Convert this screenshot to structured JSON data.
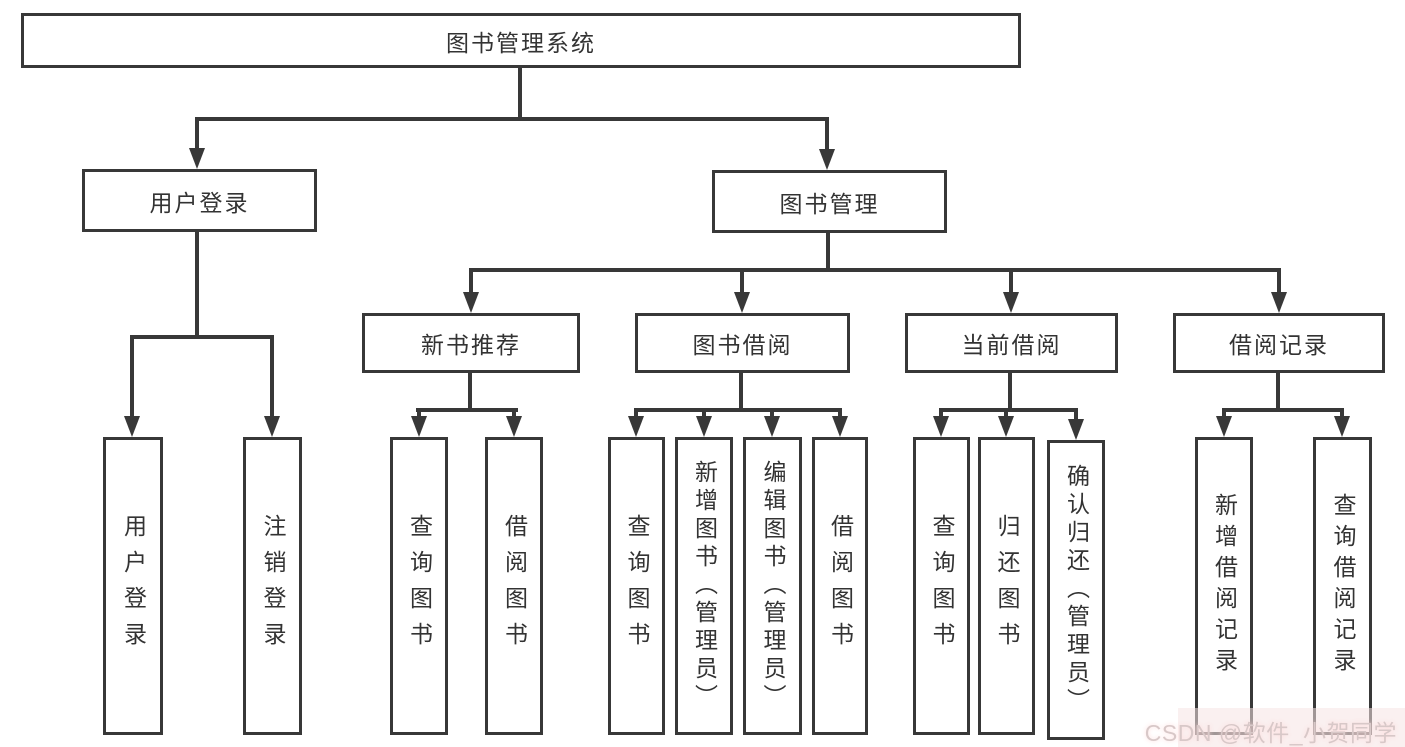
{
  "nodes": {
    "root": {
      "label": "图书管理系统"
    },
    "user_login": {
      "label": "用户登录"
    },
    "book_management": {
      "label": "图书管理"
    },
    "new_book_recommend": {
      "label": "新书推荐"
    },
    "book_borrow": {
      "label": "图书借阅"
    },
    "current_borrow": {
      "label": "当前借阅"
    },
    "borrow_record": {
      "label": "借阅记录"
    },
    "login": {
      "label": "用户登录"
    },
    "logout": {
      "label": "注销登录"
    },
    "nb_query_book": {
      "label": "查询图书"
    },
    "nb_borrow_book": {
      "label": "借阅图书"
    },
    "bb_query_book": {
      "label": "查询图书"
    },
    "bb_add_book": {
      "label": "新增图书（管理员）"
    },
    "bb_edit_book": {
      "label": "编辑图书（管理员）"
    },
    "bb_borrow_book": {
      "label": "借阅图书"
    },
    "cb_query_book": {
      "label": "查询图书"
    },
    "cb_return_book": {
      "label": "归还图书"
    },
    "cb_confirm_return": {
      "label": "确认归还（管理员）"
    },
    "br_add_record": {
      "label": "新增借阅记录"
    },
    "br_query_record": {
      "label": "查询借阅记录"
    }
  },
  "watermark": "CSDN @软件_小贺同学",
  "colors": {
    "line": "#383838",
    "text": "#333333",
    "background": "#ffffff",
    "watermark": "#d8c8c8"
  }
}
